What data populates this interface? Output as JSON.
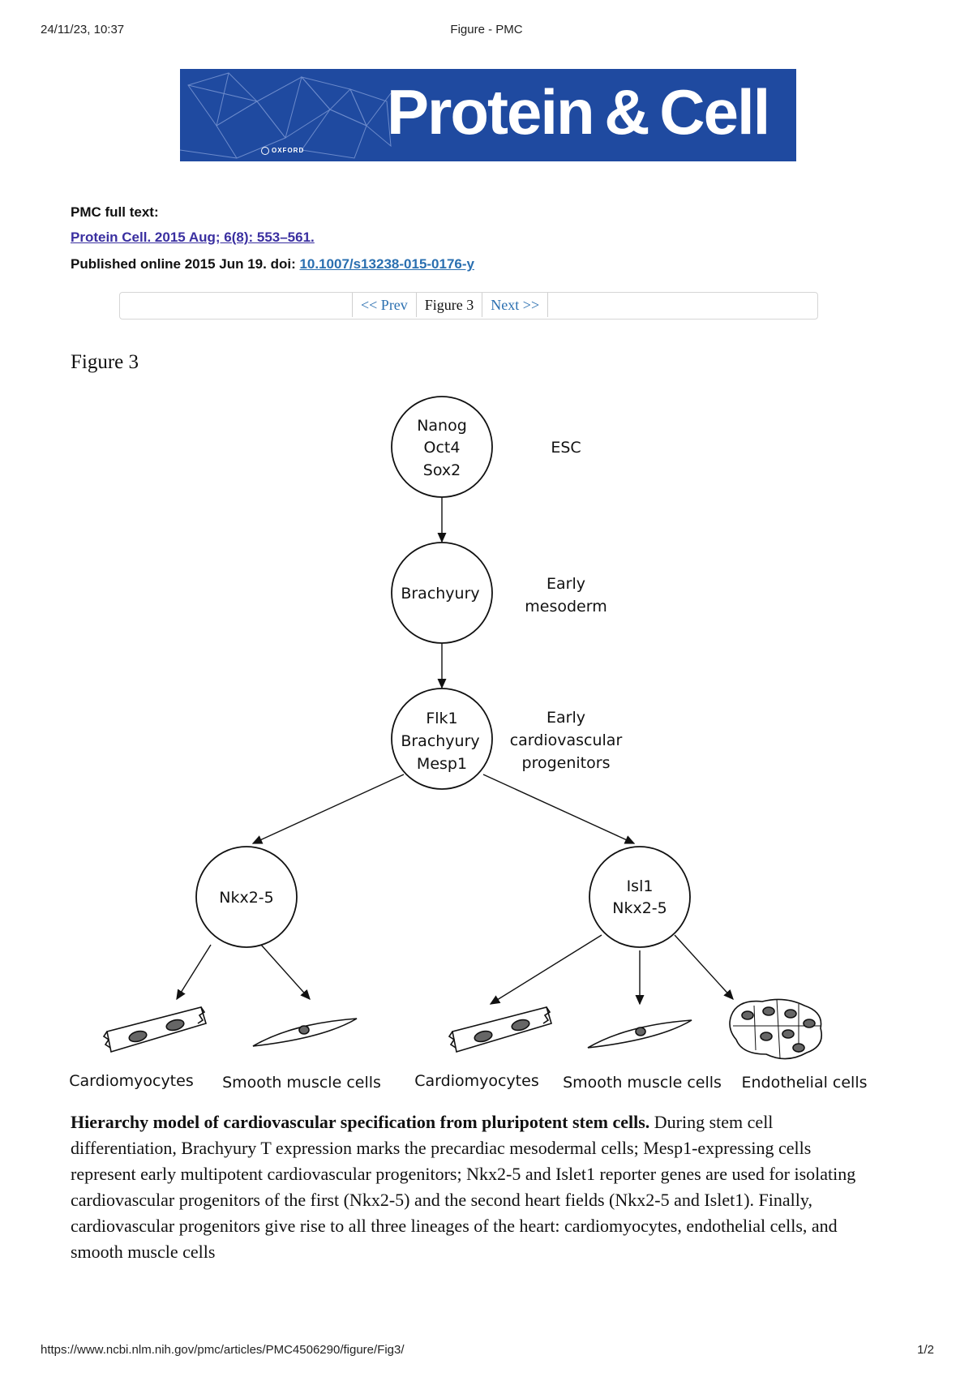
{
  "print_header": {
    "date": "24/11/23, 10:37",
    "title": "Figure - PMC"
  },
  "banner": {
    "logo_text": "Protein & Cell",
    "publisher": "OXFORD"
  },
  "meta": {
    "label": "PMC full text:",
    "citation": "Protein Cell. 2015 Aug; 6(8): 553–561.",
    "published_prefix": "Published online 2015 Jun 19. doi:",
    "doi": "10.1007/s13238-015-0176-y"
  },
  "pager": {
    "prev": "<< Prev",
    "current": "Figure 3",
    "next": "Next >>"
  },
  "figure_heading": "Figure 3",
  "diagram": {
    "nodes": [
      {
        "lines": [
          "Nanog",
          "Oct4",
          "Sox2"
        ]
      },
      {
        "lines": [
          "Brachyury"
        ]
      },
      {
        "lines": [
          "Flk1",
          "Brachyury",
          "Mesp1"
        ]
      },
      {
        "lines": [
          "Nkx2-5"
        ]
      },
      {
        "lines": [
          "Isl1",
          "Nkx2-5"
        ]
      }
    ],
    "stages": [
      {
        "lines": [
          "ESC"
        ]
      },
      {
        "lines": [
          "Early",
          "mesoderm"
        ]
      },
      {
        "lines": [
          "Early",
          "cardiovascular",
          "progenitors"
        ]
      }
    ],
    "cell_types": [
      "Cardiomyocytes",
      "Smooth muscle cells",
      "Cardiomyocytes",
      "Smooth muscle cells",
      "Endothelial cells"
    ]
  },
  "caption": {
    "title": "Hierarchy model of cardiovascular specification from pluripotent stem cells.",
    "body": "During stem cell differentiation, Brachyury T expression marks the precardiac mesodermal cells; Mesp1-expressing cells represent early multipotent cardiovascular progenitors; Nkx2-5 and Islet1 reporter genes are used for isolating cardiovascular progenitors of the first (Nkx2-5) and the second heart fields (Nkx2-5 and Islet1). Finally, cardiovascular progenitors give rise to all three lineages of the heart: cardiomyocytes, endothelial cells, and smooth muscle cells"
  },
  "footer": {
    "url": "https://www.ncbi.nlm.nih.gov/pmc/articles/PMC4506290/figure/Fig3/",
    "page": "1/2"
  }
}
